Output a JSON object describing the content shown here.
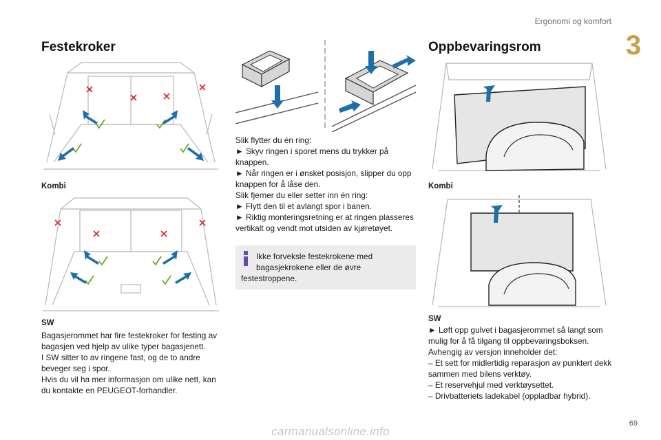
{
  "header": {
    "section": "Ergonomi og komfort",
    "chapter": "3"
  },
  "left": {
    "title": "Festekroker",
    "caption_kombi": "Kombi",
    "caption_sw": "SW",
    "paragraphs": [
      "Bagasjerommet har fire festekroker for festing av bagasjen ved hjelp av ulike typer bagasjenett.",
      "I SW sitter to av ringene fast, og de to andre beveger seg i spor.",
      "Hvis du vil ha mer informasjon om ulike nett, kan du kontakte en PEUGEOT-forhandler."
    ]
  },
  "middle": {
    "lines": [
      "Slik flytter du én ring:",
      "► Skyv ringen i sporet mens du trykker på knappen.",
      "► Når ringen er i ønsket posisjon, slipper du opp knappen for å låse den.",
      "Slik fjerner du eller setter inn én ring:",
      "► Flytt den til et avlangt spor i banen.",
      "► Riktig monteringsretning er at ringen plasseres vertikalt og vendt mot utsiden av kjøretøyet."
    ],
    "info": "Ikke forveksle festekrokene med bagasjekrokene eller de øvre festestroppene."
  },
  "right": {
    "title": "Oppbevaringsrom",
    "caption_kombi": "Kombi",
    "caption_sw": "SW",
    "lines": [
      "► Løft opp gulvet i bagasjerommet så langt som mulig for å få tilgang til oppbevaringsboksen.",
      "Avhengig av versjon inneholder det:",
      "– Et sett for midlertidig reparasjon av punktert dekk sammen med bilens verktøy.",
      "– Et reservehjul med verktøysettet.",
      "– Drivbatteriets ladekabel (oppladbar hybrid)."
    ]
  },
  "footer": {
    "page": "69",
    "watermark": "carmanualsonline.info"
  },
  "colors": {
    "accent_gold": "#c4a04a",
    "arrow_blue": "#1e6fa8",
    "check_green": "#6aaa1e",
    "cross_red": "#d22"
  }
}
